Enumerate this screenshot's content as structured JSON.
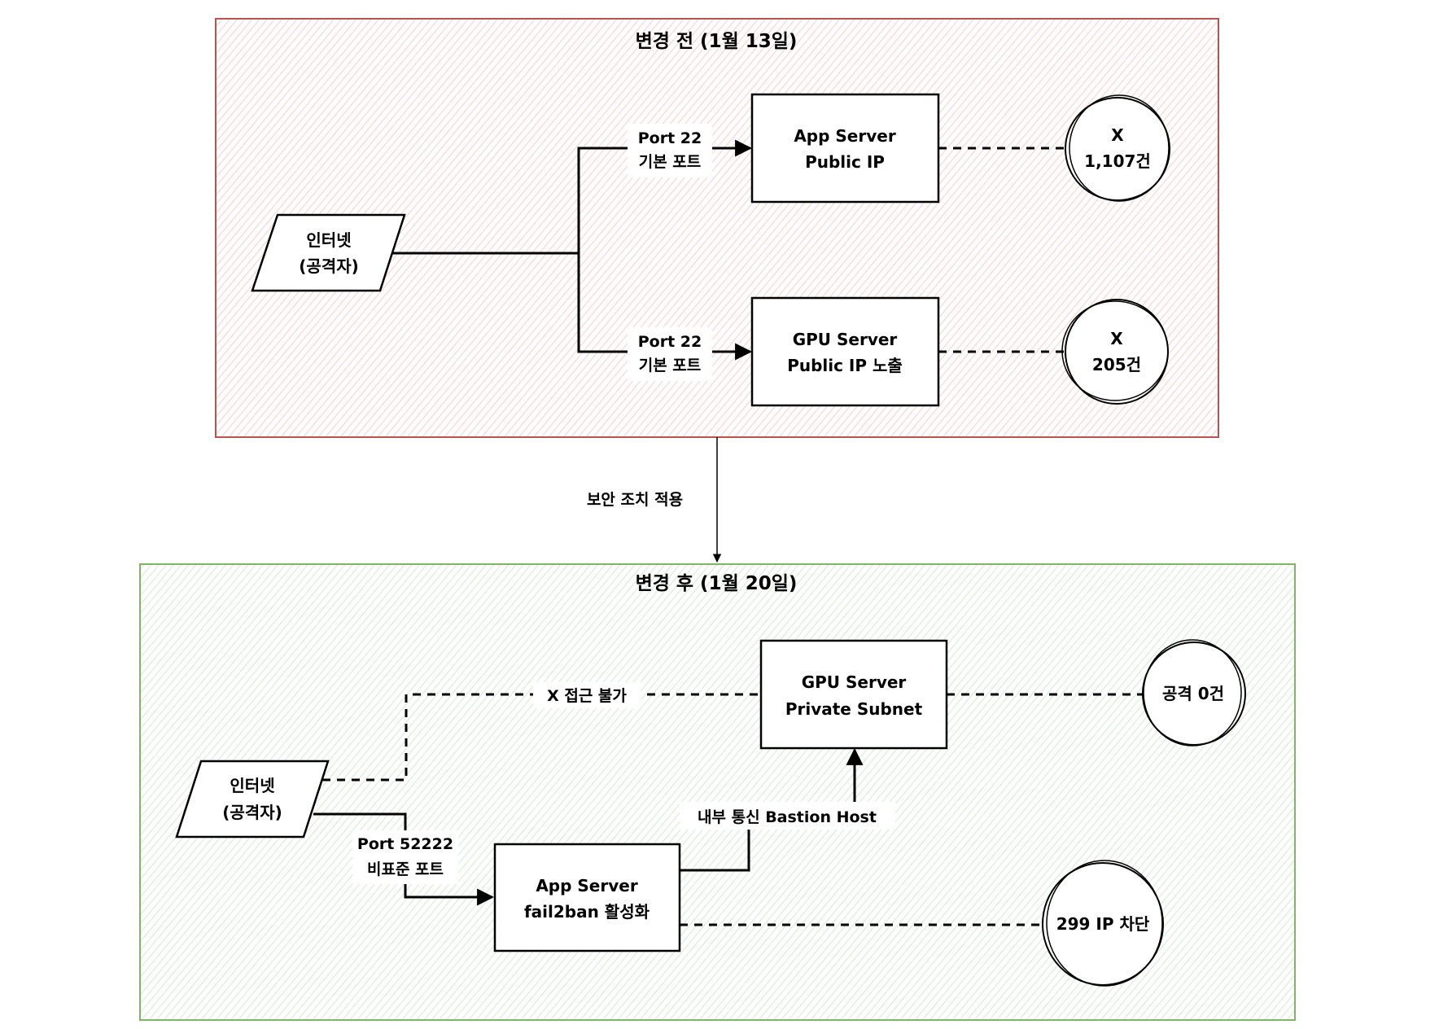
{
  "colors": {
    "before_border": "#b85450",
    "before_hatch": "#f8cecc",
    "after_border": "#82b366",
    "after_hatch": "#d5e8d4",
    "stroke": "#000000",
    "node_fill": "#ffffff"
  },
  "transition_label": "보안 조치 적용",
  "before": {
    "title": "변경 전 (1월 13일)",
    "internet": {
      "line1": "인터넷",
      "line2": "(공격자)"
    },
    "edge_app": {
      "line1": "Port 22",
      "line2": "기본 포트"
    },
    "edge_gpu": {
      "line1": "Port 22",
      "line2": "기본 포트"
    },
    "app_server": {
      "line1": "App Server",
      "line2": "Public IP"
    },
    "gpu_server": {
      "line1": "GPU Server",
      "line2": "Public IP 노출"
    },
    "app_result": {
      "line1": "X",
      "line2": "1,107건"
    },
    "gpu_result": {
      "line1": "X",
      "line2": "205건"
    }
  },
  "after": {
    "title": "변경 후 (1월 20일)",
    "internet": {
      "line1": "인터넷",
      "line2": "(공격자)"
    },
    "edge_blocked": "X 접근 불가",
    "edge_app": {
      "line1": "Port 52222",
      "line2": "비표준 포트"
    },
    "edge_bastion": "내부 통신 Bastion Host",
    "gpu_server": {
      "line1": "GPU Server",
      "line2": "Private Subnet"
    },
    "app_server": {
      "line1": "App Server",
      "line2": "fail2ban 활성화"
    },
    "gpu_result": "공격 0건",
    "app_result": "299 IP 차단"
  }
}
